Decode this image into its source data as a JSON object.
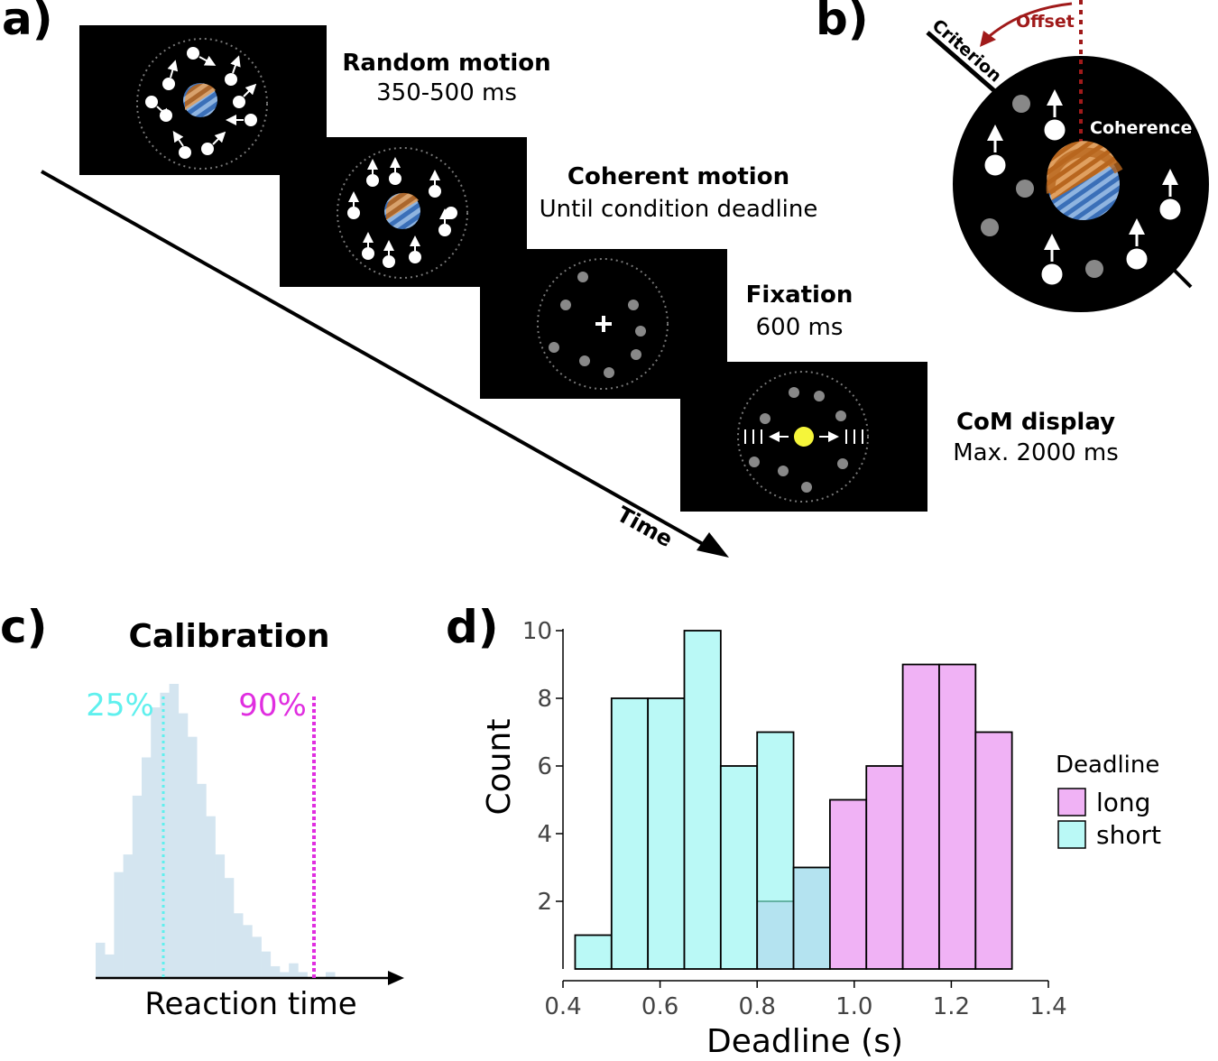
{
  "panels": {
    "a": {
      "label": "a)",
      "time_label": "Time",
      "steps": [
        {
          "title": "Random motion",
          "subtitle": "350-500 ms"
        },
        {
          "title": "Coherent motion",
          "subtitle": "Until condition deadline"
        },
        {
          "title": "Fixation",
          "subtitle": "600 ms"
        },
        {
          "title": "CoM display",
          "subtitle": "Max. 2000 ms"
        }
      ]
    },
    "b": {
      "label": "b)",
      "criterion": "Criterion",
      "offset": "Offset",
      "coherence": "Coherence"
    },
    "c": {
      "label": "c)",
      "title": "Calibration",
      "xlabel": "Reaction time",
      "p25_label": "25%",
      "p90_label": "90%",
      "p25_color": "#5ff0ee",
      "p90_color": "#e02ee0"
    },
    "d": {
      "label": "d)"
    }
  },
  "colors": {
    "long": "#f0b2f5",
    "short": "#baf9f6",
    "overlap": "#b4e3f0",
    "offset_red": "#a01a1a",
    "calib_hist": "#d4e5f0",
    "yellow_dot": "#f5f53a"
  },
  "chart_data": [
    {
      "type": "bar",
      "title": "",
      "xlabel": "Deadline (s)",
      "ylabel": "Count",
      "xlim": [
        0.4,
        1.4
      ],
      "ylim": [
        0,
        10
      ],
      "xticks": [
        "0.4",
        "0.6",
        "0.8",
        "1.0",
        "1.2",
        "1.4"
      ],
      "yticks": [
        "2",
        "4",
        "6",
        "8",
        "10"
      ],
      "legend": {
        "title": "Deadline",
        "position": "right",
        "entries": [
          "long",
          "short"
        ]
      },
      "bin_edges": [
        0.425,
        0.5,
        0.575,
        0.65,
        0.725,
        0.8,
        0.875,
        0.95,
        1.025,
        1.1,
        1.175,
        1.25,
        1.325
      ],
      "series": [
        {
          "name": "long",
          "values": [
            0,
            0,
            0,
            0,
            0,
            2,
            3,
            5,
            6,
            9,
            9,
            7
          ]
        },
        {
          "name": "short",
          "values": [
            1,
            8,
            8,
            10,
            6,
            7,
            3,
            0,
            0,
            0,
            0,
            0
          ]
        }
      ]
    }
  ]
}
